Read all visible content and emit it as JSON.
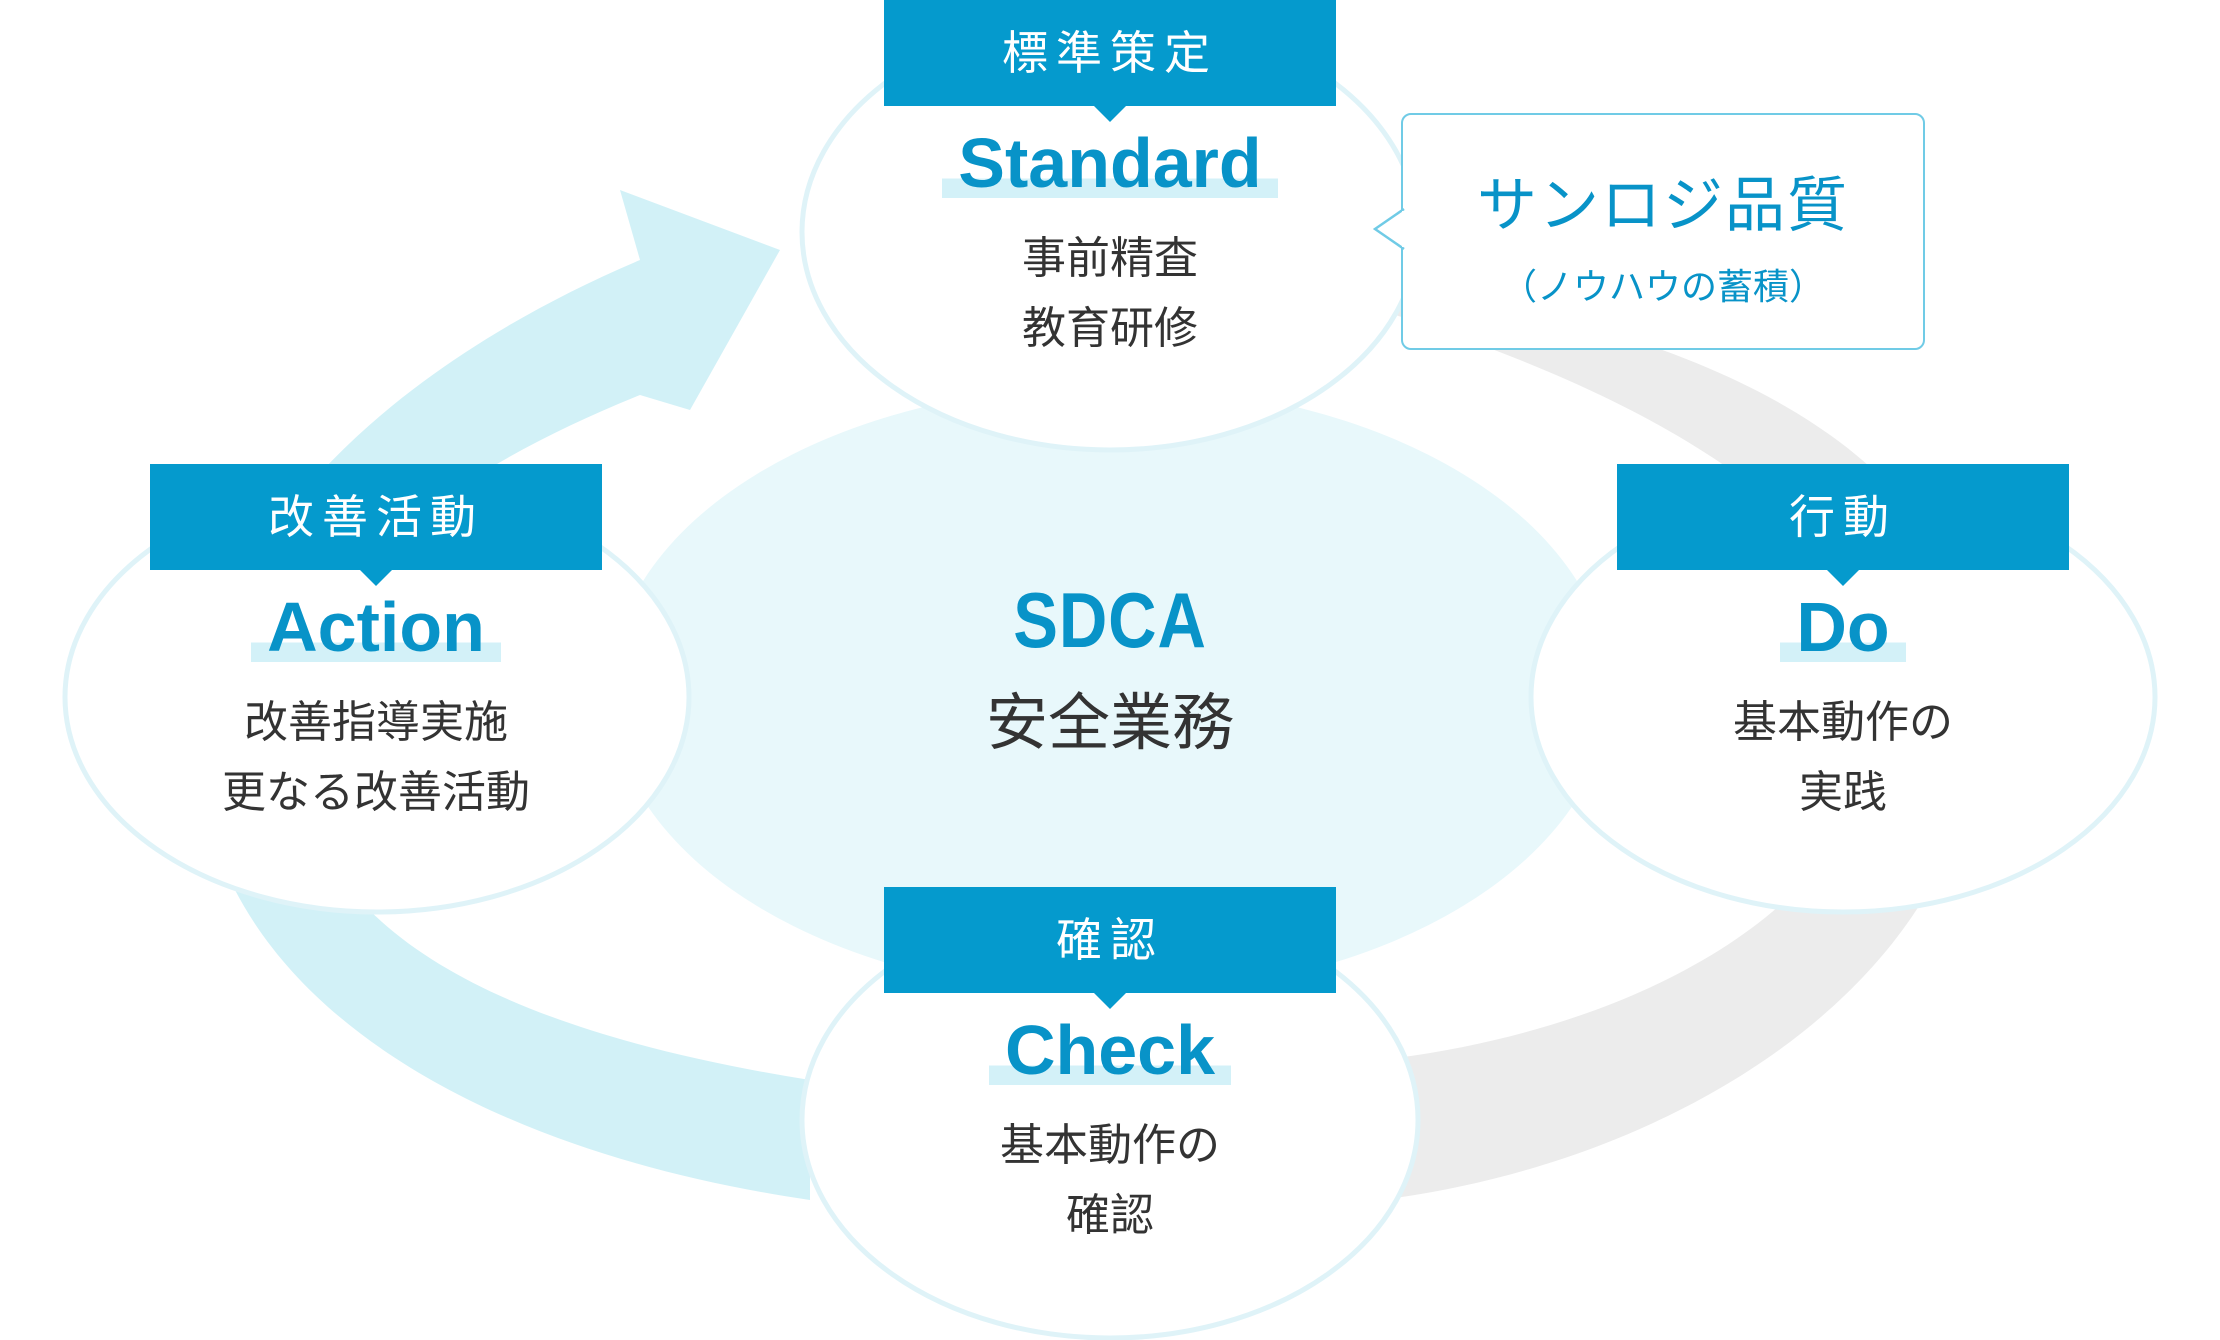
{
  "center": {
    "title_en": "SDCA",
    "title_jp": "安全業務"
  },
  "nodes": {
    "standard": {
      "label": "標準策定",
      "en": "Standard",
      "desc": "事前精査\n教育研修"
    },
    "do": {
      "label": "行動",
      "en": "Do",
      "desc": "基本動作の\n実践"
    },
    "check": {
      "label": "確認",
      "en": "Check",
      "desc": "基本動作の\n確認"
    },
    "action": {
      "label": "改善活動",
      "en": "Action",
      "desc": "改善指導実施\n更なる改善活動"
    }
  },
  "callout": {
    "title": "サンロジ品質",
    "subtitle": "（ノウハウの蓄積）"
  },
  "colors": {
    "primary": "#059acd",
    "accent_text": "#0893c8",
    "ellipse_stroke": "#dff3f8",
    "center_fill": "#e8f8fb",
    "arrow_left": "#d2f1f7",
    "arrow_right": "#ececec"
  }
}
